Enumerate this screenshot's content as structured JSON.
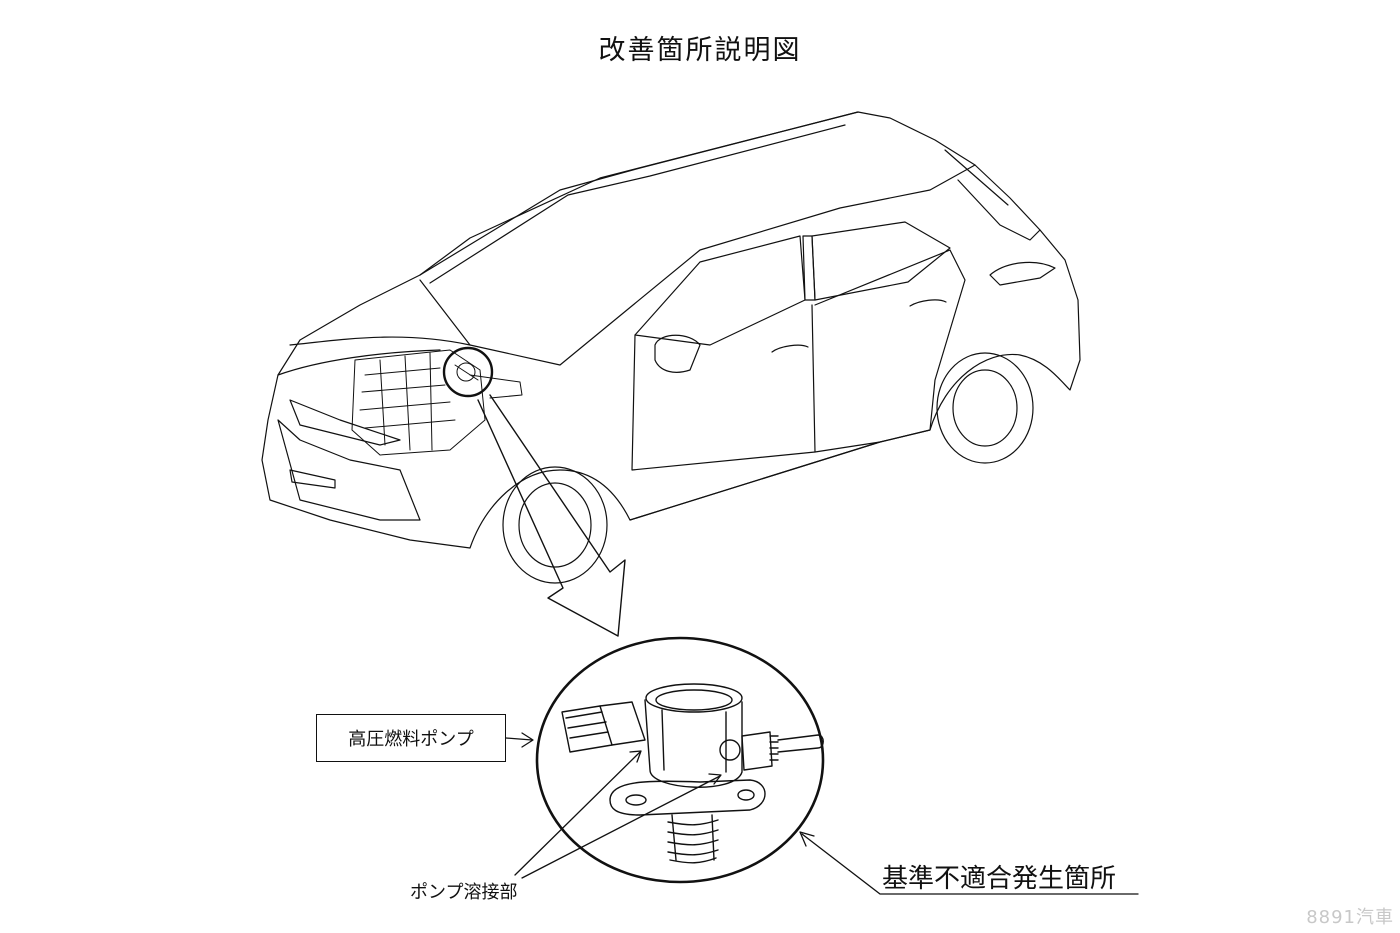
{
  "title": "改善箇所説明図",
  "labels": {
    "pump": "高圧燃料ポンプ",
    "weld": "ポンプ溶接部",
    "defect": "基準不適合発生箇所"
  },
  "watermark": "8891汽車",
  "colors": {
    "line": "#111111",
    "background": "#ffffff",
    "watermark": "#c8c8c8"
  }
}
